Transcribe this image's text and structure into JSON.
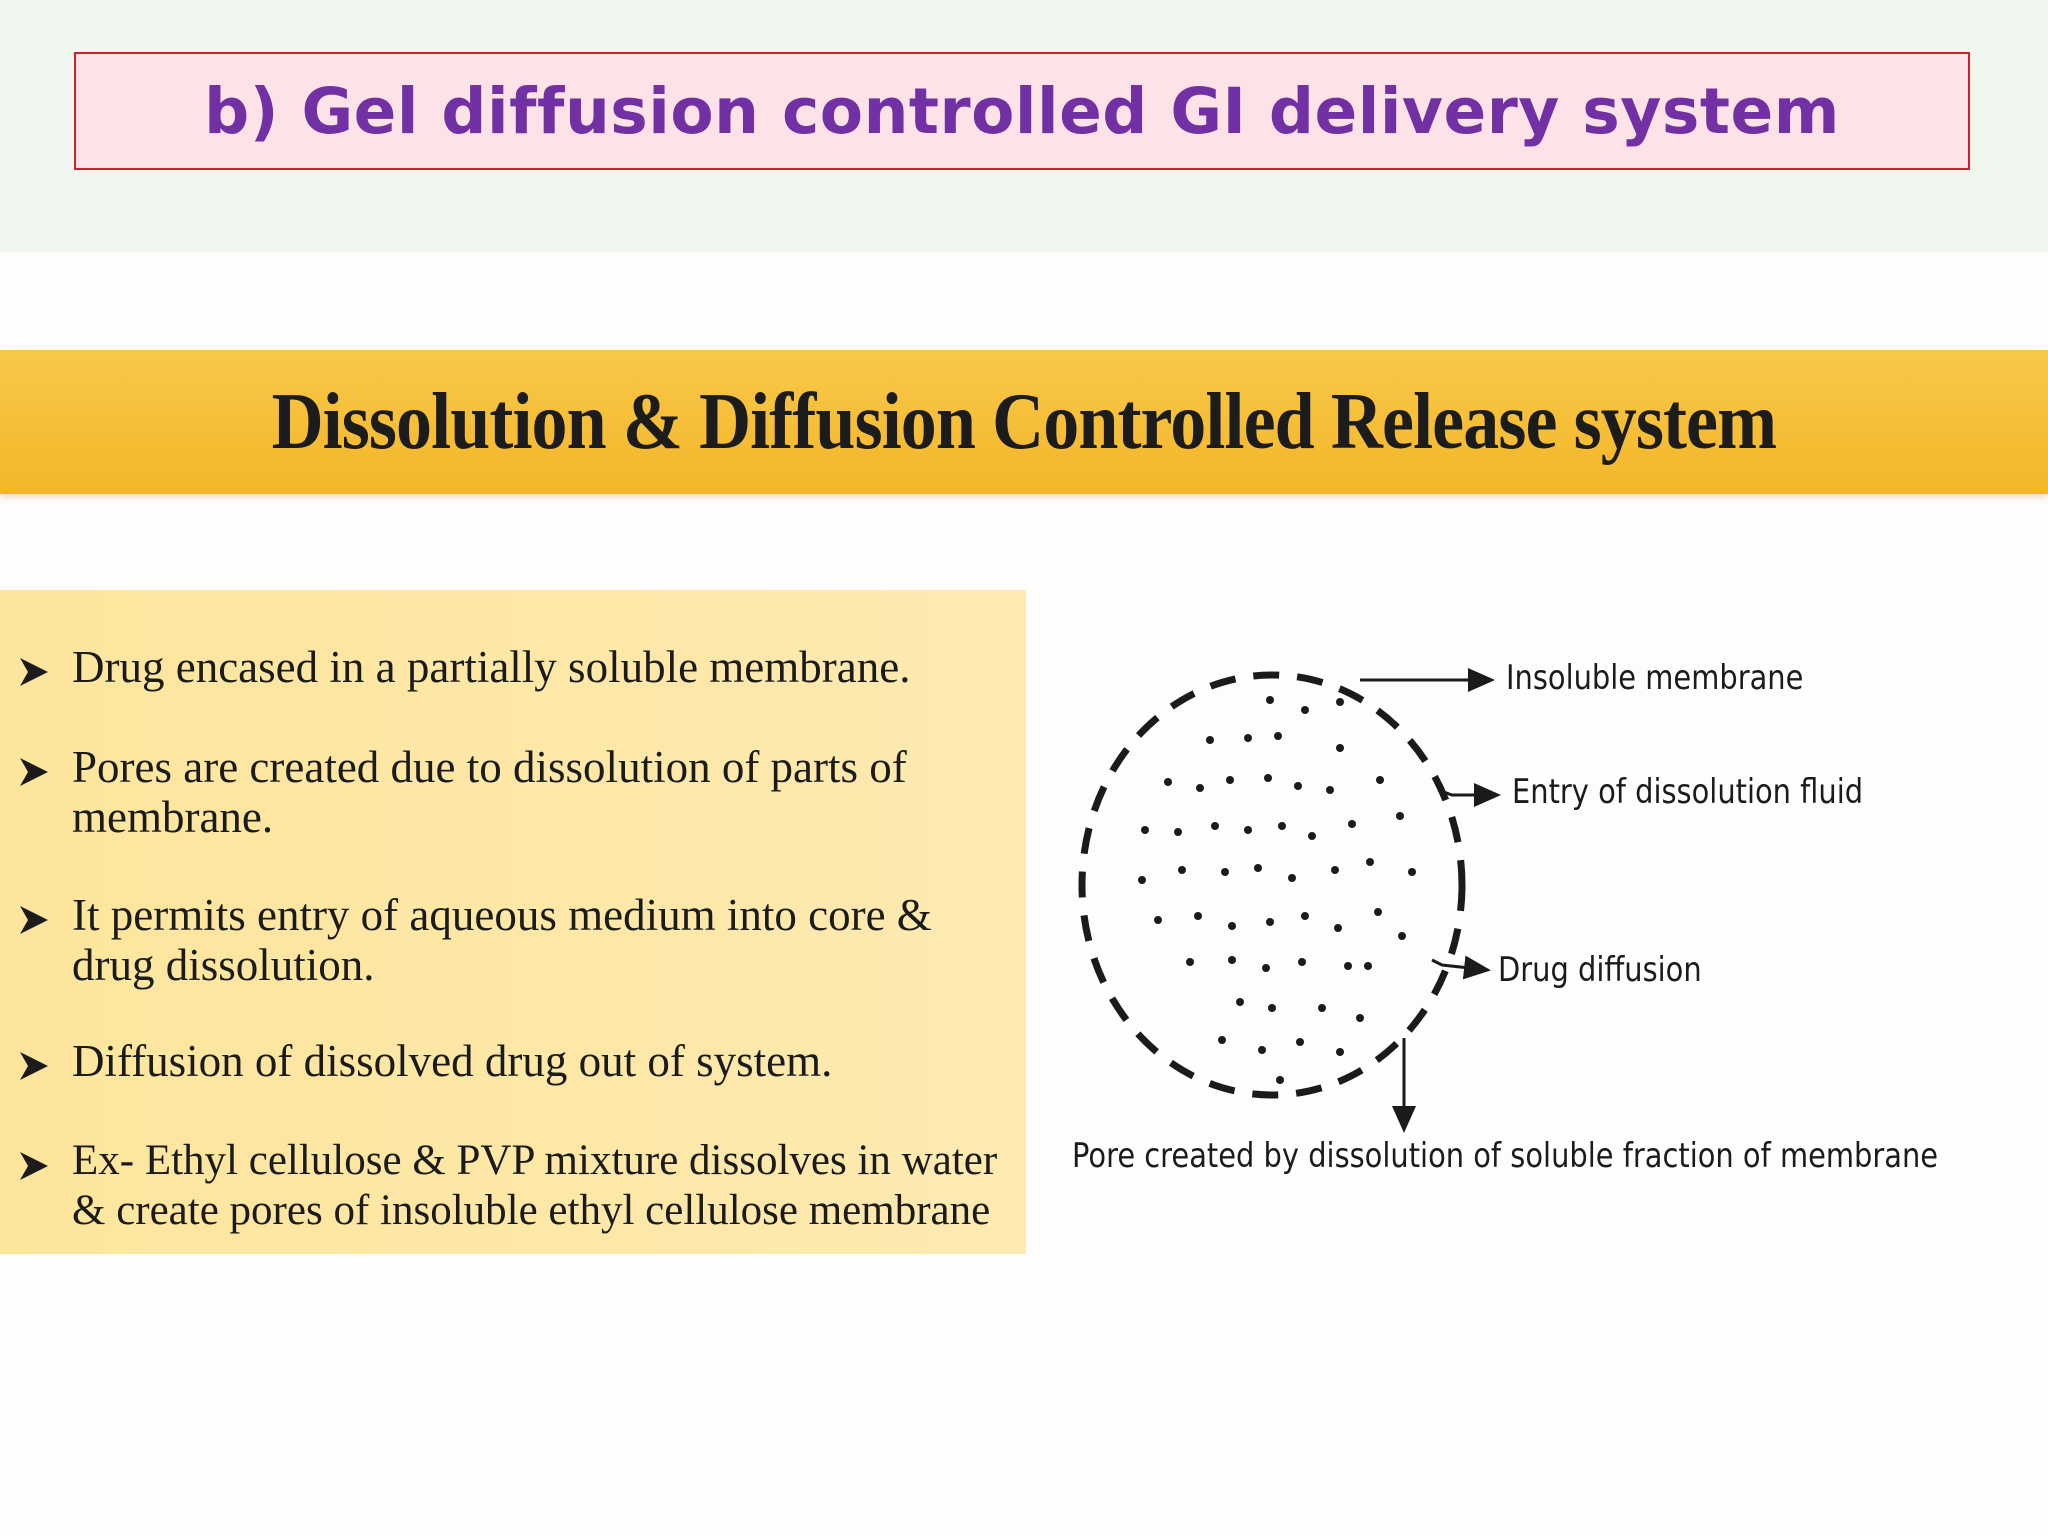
{
  "slide": {
    "title": "b) Gel diffusion controlled GI delivery system"
  },
  "image": {
    "banner_title": "Dissolution & Diffusion Controlled Release system",
    "bullets": [
      "Drug encased in a partially soluble membrane.",
      "Pores are created due to dissolution of parts of membrane.",
      "It permits entry of aqueous medium into core & drug dissolution.",
      "Diffusion of dissolved drug out of system.",
      "Ex- Ethyl cellulose & PVP mixture dissolves in water & create pores of insoluble ethyl cellulose membrane"
    ],
    "bullet_icon": "arrowhead-bullet-icon",
    "diagram_labels": {
      "insoluble_membrane": "Insoluble membrane",
      "entry_fluid": "Entry of dissolution fluid",
      "drug_diffusion": "Drug diffusion",
      "pore_created": "Pore created by dissolution of soluble fraction of membrane"
    }
  },
  "colors": {
    "title_text": "#7130a3",
    "title_border": "#d11f2f",
    "title_fill": "#fde3e8",
    "banner": "#f6c03a",
    "panel": "#fde59c"
  }
}
